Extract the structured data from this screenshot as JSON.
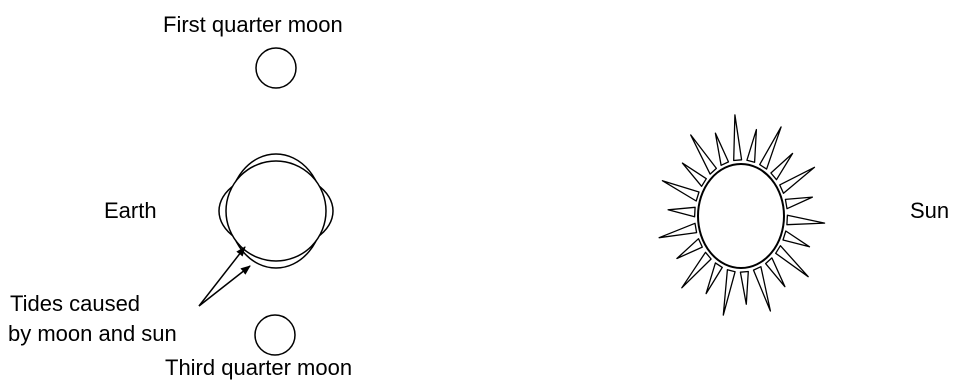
{
  "labels": {
    "first_quarter_moon": "First quarter moon",
    "earth": "Earth",
    "tides_line1": "Tides caused",
    "tides_line2": "by moon and sun",
    "third_quarter_moon": "Third quarter moon",
    "sun": "Sun"
  },
  "colors": {
    "stroke": "#000000",
    "background": "#ffffff"
  }
}
